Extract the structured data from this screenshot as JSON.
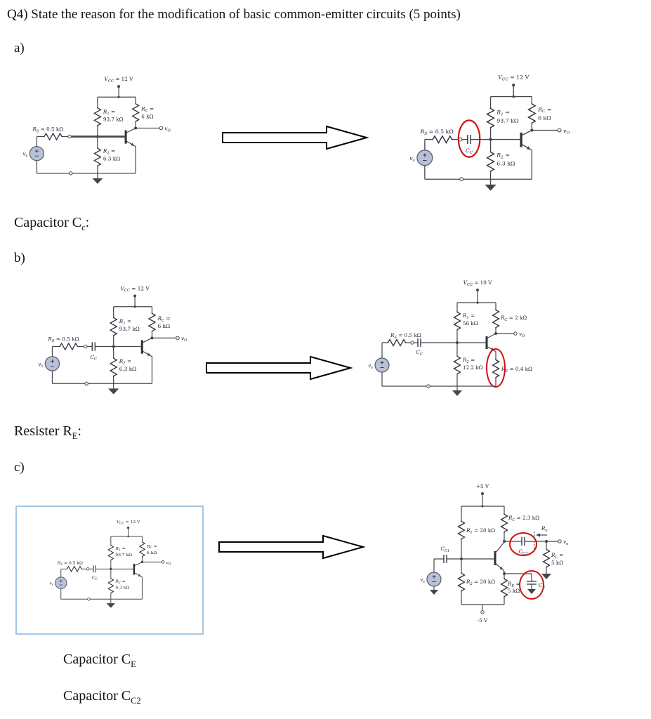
{
  "title": "Q4) State the reason for the modification of basic common-emitter circuits (5 points)",
  "sections": {
    "a": {
      "label": "a)"
    },
    "b": {
      "label": "b)"
    },
    "c": {
      "label": "c)"
    }
  },
  "captions": {
    "a": {
      "pre": "Capacitor C",
      "sub": "c",
      "post": ":"
    },
    "b": {
      "pre": "Resister R",
      "sub": "E",
      "post": ":"
    },
    "c1": {
      "pre": "Capacitor C",
      "sub": "E",
      "post": ""
    },
    "c2": {
      "pre": "Capacitor C",
      "sub": "C2",
      "post": ""
    }
  },
  "colors": {
    "highlight": "#cf1212",
    "box_border": "#a5c6e1",
    "wire": "#45454d",
    "label": "#23233a",
    "source_fill": "#b7c1d8"
  },
  "circuits": {
    "std": {
      "vcc": {
        "pre": "V",
        "sub": "CC",
        "post": " = 12 V"
      },
      "r1_1": {
        "pre": "R",
        "sub": "1",
        "post": " ="
      },
      "r1_2": "93.7 kΩ",
      "rc_1": {
        "pre": "R",
        "sub": "C",
        "post": " ="
      },
      "rc_2": "6 kΩ",
      "rs": {
        "pre": "R",
        "sub": "S",
        "post": " = 0.5 kΩ"
      },
      "r2_1": {
        "pre": "R",
        "sub": "2",
        "post": " ="
      },
      "r2_2": "6.3 kΩ",
      "cc": {
        "pre": "C",
        "sub": "C",
        "post": ""
      },
      "vs": {
        "pre": "v",
        "sub": "s",
        "post": ""
      },
      "vo": {
        "pre": "v",
        "sub": "O",
        "post": ""
      }
    },
    "b_right": {
      "vcc": {
        "pre": "V",
        "sub": "CC",
        "post": " = 10 V"
      },
      "r1_1": {
        "pre": "R",
        "sub": "1",
        "post": " ="
      },
      "r1_2": "56 kΩ",
      "rc": {
        "pre": "R",
        "sub": "C",
        "post": " = 2 kΩ"
      },
      "rs": {
        "pre": "R",
        "sub": "S",
        "post": " = 0.5 kΩ"
      },
      "r2_1": {
        "pre": "R",
        "sub": "2",
        "post": " ="
      },
      "r2_2": "12.2 kΩ",
      "re": {
        "pre": "R",
        "sub": "E",
        "post": " = 0.4 kΩ"
      },
      "cc": {
        "pre": "C",
        "sub": "C",
        "post": ""
      },
      "vs": {
        "pre": "v",
        "sub": "s",
        "post": ""
      },
      "vo": {
        "pre": "v",
        "sub": "O",
        "post": ""
      }
    },
    "c_right": {
      "vplus": "+5 V",
      "vminus": "-5 V",
      "r1": {
        "pre": "R",
        "sub": "1",
        "post": " = 20 kΩ"
      },
      "r2": {
        "pre": "R",
        "sub": "2",
        "post": " = 20 kΩ"
      },
      "rc": {
        "pre": "R",
        "sub": "C",
        "post": " = 2.3 kΩ"
      },
      "cc1": {
        "pre": "C",
        "sub": "C1",
        "post": ""
      },
      "cc2": {
        "pre": "C",
        "sub": "C2",
        "post": ""
      },
      "ro": {
        "pre": "R",
        "sub": "o",
        "post": ""
      },
      "rl_1": {
        "pre": "R",
        "sub": "L",
        "post": " ="
      },
      "rl_2": "5 kΩ",
      "re_1": {
        "pre": "R",
        "sub": "E",
        "post": " ="
      },
      "re_2": "5 kΩ",
      "ce": {
        "pre": "C",
        "sub": "E",
        "post": ""
      },
      "vs": {
        "pre": "v",
        "sub": "s",
        "post": ""
      },
      "vo": {
        "pre": "v",
        "sub": "o",
        "post": ""
      }
    }
  }
}
